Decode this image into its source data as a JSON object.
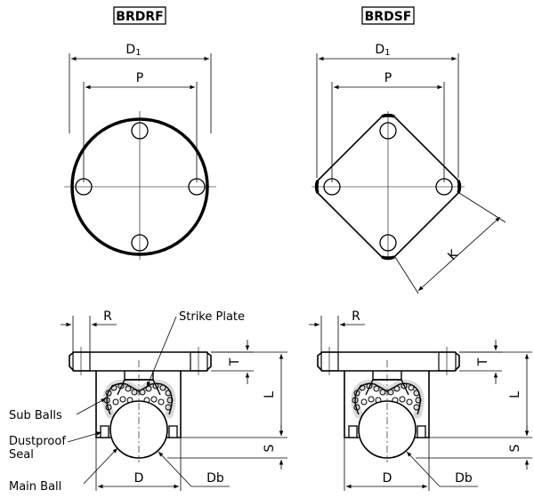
{
  "models": {
    "left": "BRDRF",
    "right": "BRDSF"
  },
  "dimensions": {
    "flange_diameter": "D",
    "flange_diameter_sub": "1",
    "bolt_pitch": "P",
    "square_width": "K",
    "hole_offset": "R",
    "flange_thickness": "T",
    "overall_length": "L",
    "ball_protrusion": "S",
    "housing_diameter": "D",
    "ball_diameter": "Db"
  },
  "callouts": {
    "strike_plate": "Strike Plate",
    "sub_balls": "Sub Balls",
    "seal_line1": "Dustproof",
    "seal_line2": "Seal",
    "main_ball": "Main Ball"
  }
}
